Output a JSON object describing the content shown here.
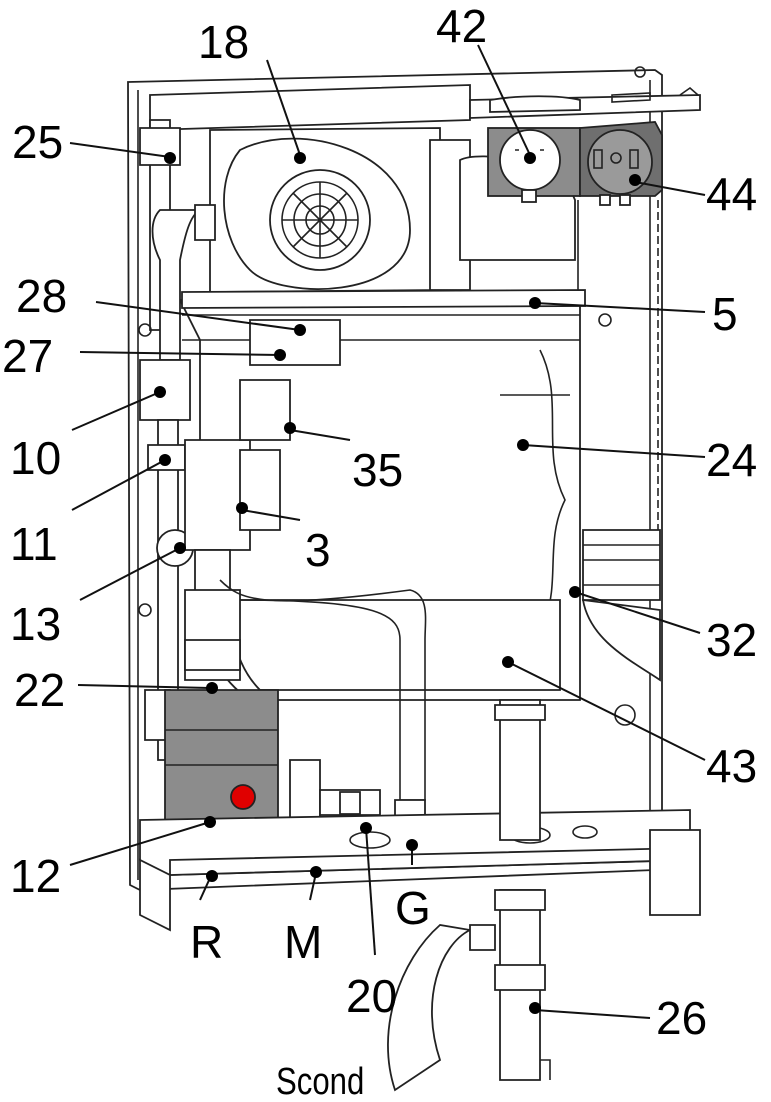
{
  "diagram": {
    "callouts": [
      {
        "id": "18",
        "text": "18"
      },
      {
        "id": "42",
        "text": "42"
      },
      {
        "id": "25",
        "text": "25"
      },
      {
        "id": "44",
        "text": "44"
      },
      {
        "id": "28",
        "text": "28"
      },
      {
        "id": "5",
        "text": "5"
      },
      {
        "id": "27",
        "text": "27"
      },
      {
        "id": "10",
        "text": "10"
      },
      {
        "id": "35",
        "text": "35"
      },
      {
        "id": "24",
        "text": "24"
      },
      {
        "id": "11",
        "text": "11"
      },
      {
        "id": "3",
        "text": "3"
      },
      {
        "id": "13",
        "text": "13"
      },
      {
        "id": "32",
        "text": "32"
      },
      {
        "id": "22",
        "text": "22"
      },
      {
        "id": "43",
        "text": "43"
      },
      {
        "id": "12",
        "text": "12"
      },
      {
        "id": "R",
        "text": "R"
      },
      {
        "id": "M",
        "text": "M"
      },
      {
        "id": "G",
        "text": "G"
      },
      {
        "id": "20",
        "text": "20"
      },
      {
        "id": "26",
        "text": "26"
      },
      {
        "id": "Scond",
        "text": "Scond"
      }
    ],
    "colors": {
      "line": "#111111",
      "grey_component": "#8c8c8c",
      "indicator": "#e00000"
    }
  }
}
